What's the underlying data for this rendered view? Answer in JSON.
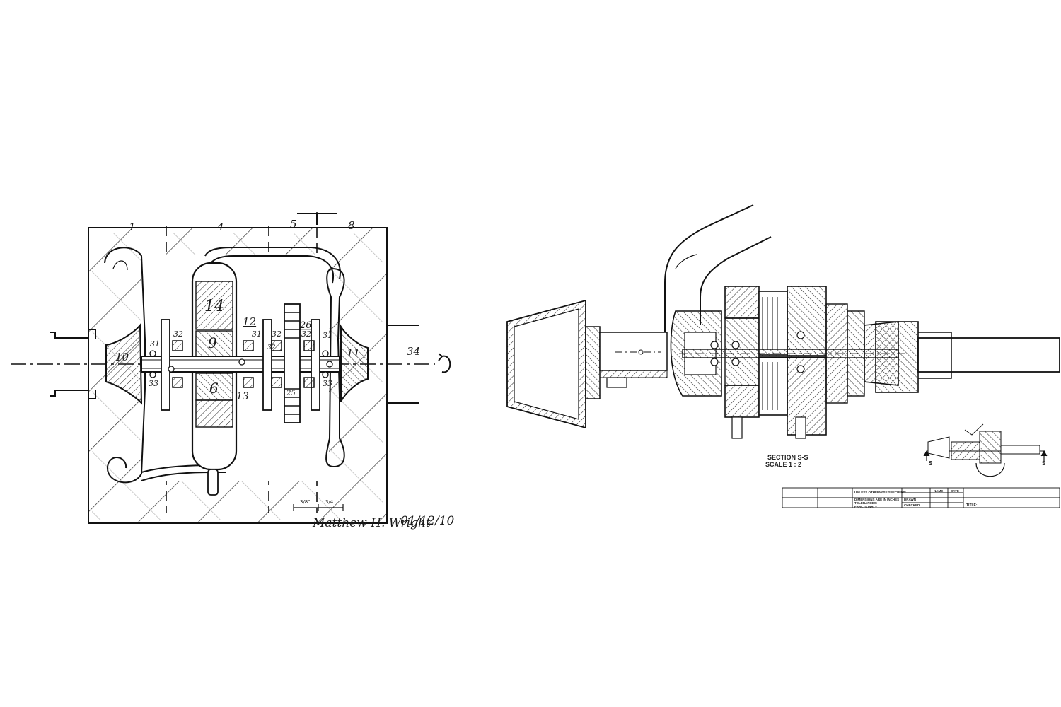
{
  "sketch": {
    "part_numbers": {
      "top_1": "1",
      "top_4": "4",
      "top_5": "5",
      "top_8": "8",
      "p14": "14",
      "p9": "9",
      "p6": "6",
      "p10": "10",
      "p11": "11",
      "p12": "12",
      "p13": "13",
      "p25": "25",
      "p26": "26",
      "p31_left": "31",
      "p31_mid": "31",
      "p31_right": "31",
      "p32_a": "32",
      "p32_b": "32",
      "p32_c": "32",
      "p32_d": "32",
      "p33_left": "33",
      "p33_right": "33",
      "p34": "34"
    },
    "scale_left": "3/8\"",
    "scale_right": "3/4",
    "signature": "Matthew H. Wright",
    "date": "01/12/10"
  },
  "cad": {
    "section_title": "SECTION S-S",
    "section_scale": "SCALE 1 : 2",
    "mini_marker_left": "S",
    "mini_marker_right": "S",
    "title_block": {
      "unless": "UNLESS OTHERWISE SPECIFIED:",
      "dimensions": "DIMENSIONS ARE IN INCHES",
      "tolerances": "TOLERANCES:",
      "fractional": "FRACTIONAL±",
      "name": "NAME",
      "date": "DATE",
      "drawn": "DRAWN",
      "checked": "CHECKED",
      "title": "TITLE:"
    }
  }
}
